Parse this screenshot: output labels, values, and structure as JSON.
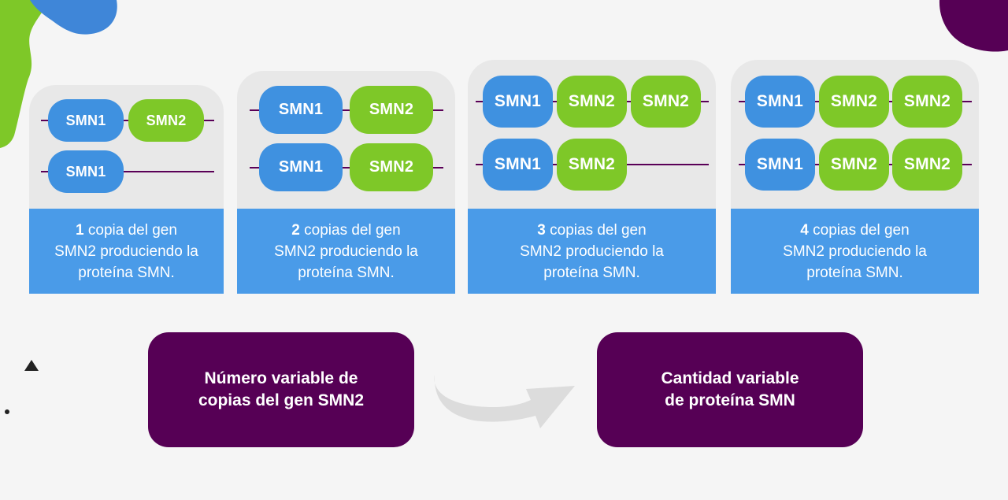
{
  "colors": {
    "background": "#f5f5f5",
    "card_top": "#e8e8e8",
    "caption": "#4a9be8",
    "smn1": "#3f91e0",
    "smn2": "#7ec828",
    "dna_line": "#5a0057",
    "outcome_box": "#560055",
    "arrow": "#dcdcdc"
  },
  "cards": [
    {
      "rows": [
        [
          "SMN1",
          "SMN2"
        ],
        [
          "SMN1"
        ]
      ],
      "count": "1",
      "caption_line1_rest": " copia del gen",
      "caption_line2": "SMN2 produciendo la",
      "caption_line3": "proteína SMN."
    },
    {
      "rows": [
        [
          "SMN1",
          "SMN2"
        ],
        [
          "SMN1",
          "SMN2"
        ]
      ],
      "count": "2",
      "caption_line1_rest": " copias del gen",
      "caption_line2": "SMN2 produciendo la",
      "caption_line3": "proteína SMN."
    },
    {
      "rows": [
        [
          "SMN1",
          "SMN2",
          "SMN2"
        ],
        [
          "SMN1",
          "SMN2"
        ]
      ],
      "count": "3",
      "caption_line1_rest": " copias del gen",
      "caption_line2": "SMN2 produciendo la",
      "caption_line3": "proteína SMN."
    },
    {
      "rows": [
        [
          "SMN1",
          "SMN2",
          "SMN2"
        ],
        [
          "SMN1",
          "SMN2",
          "SMN2"
        ]
      ],
      "count": "4",
      "caption_line1_rest": " copias del gen",
      "caption_line2": "SMN2 produciendo la",
      "caption_line3": "proteína SMN."
    }
  ],
  "left_box": {
    "line1": "Número variable de",
    "line2": "copias del gen SMN2"
  },
  "right_box": {
    "line1": "Cantidad variable",
    "line2": "de proteína SMN"
  }
}
